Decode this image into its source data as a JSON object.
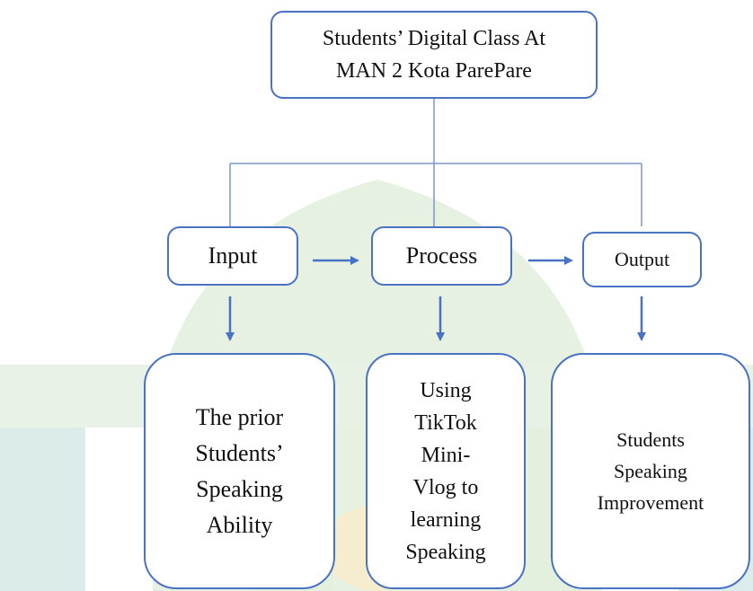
{
  "diagram": {
    "top": {
      "text": "Students’ Digital Class At\nMAN 2 Kota ParePare"
    },
    "stages": [
      {
        "id": "input",
        "label": "Input"
      },
      {
        "id": "process",
        "label": "Process"
      },
      {
        "id": "output",
        "label": "Output"
      }
    ],
    "details": [
      {
        "id": "input",
        "text": "The prior\nStudents’\nSpeaking\nAbility"
      },
      {
        "id": "process",
        "text": "Using\nTikTok\nMini-\nVlog to\nlearning\nSpeaking"
      },
      {
        "id": "output",
        "text": "Students\nSpeaking\nImprovement"
      }
    ],
    "colors": {
      "border": "#4a72c4",
      "arrow": "#4a72c4",
      "connector": "#7f95c6",
      "watermark_green": "#e3f0de",
      "watermark_teal": "#dcecea",
      "watermark_gold": "#f6ecce"
    }
  }
}
